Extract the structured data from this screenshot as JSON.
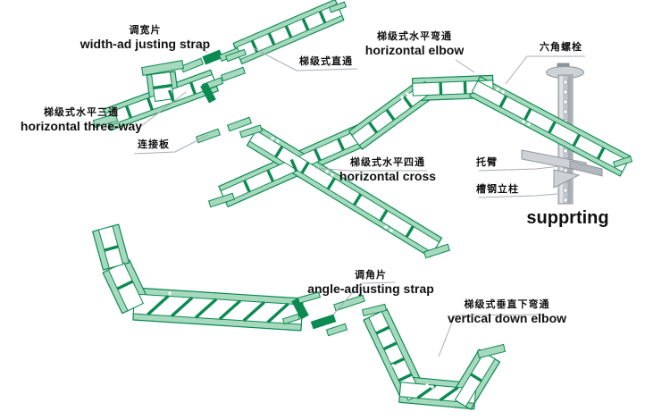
{
  "diagram": {
    "labels": {
      "width_adjusting_strap": {
        "zh": "调宽片",
        "en": "width-ad justing strap"
      },
      "straight_through": {
        "zh": "梯级式直通"
      },
      "horizontal_elbow": {
        "zh": "梯级式水平弯通",
        "en": "horizontal elbow"
      },
      "hex_bolt": {
        "zh": "六角螺栓"
      },
      "horizontal_three_way": {
        "zh": "梯级式水平三通",
        "en": "horizontal three-way"
      },
      "connection_plate": {
        "zh": "连接板"
      },
      "horizontal_cross": {
        "zh": "梯级式水平四通",
        "en": "horizontal cross"
      },
      "bracket_arm": {
        "zh": "托臂"
      },
      "channel_steel_column": {
        "zh": "槽钢立柱"
      },
      "supporting": {
        "en": "supprting"
      },
      "angle_adjusting_strap": {
        "zh": "调角片",
        "en": "angle-adjusting strap"
      },
      "vertical_down_elbow": {
        "zh": "梯级式垂直下弯通",
        "en": "vertical down elbow"
      }
    },
    "colors": {
      "tray_light": "#a6d9bd",
      "tray_dark": "#0b8a52",
      "steel_light": "#ced2d6",
      "steel_mid": "#c3c7cc",
      "steel_dark": "#8f959c",
      "leader": "#a8adb2",
      "text": "#111111",
      "background": "#ffffff"
    }
  }
}
